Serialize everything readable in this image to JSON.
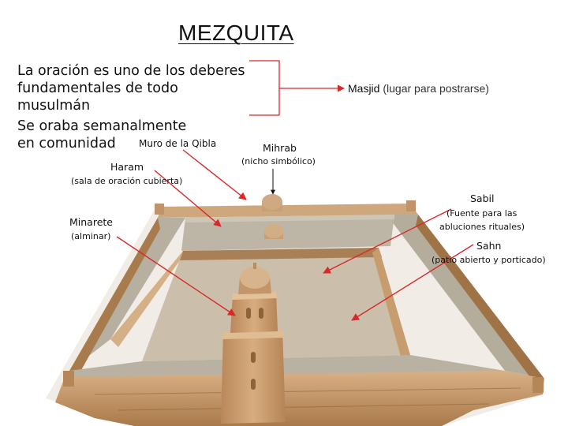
{
  "title": "MEZQUITA",
  "intro": {
    "line1": "La oración es uno de los deberes fundamentales de todo musulmán",
    "line2": "Se oraba semanalmente en comunidad"
  },
  "masjid": {
    "term": "Masjid",
    "gloss": "(lugar para postrarse)"
  },
  "labels": {
    "muro_qibla": "Muro de la Qibla",
    "mihrab": "Mihrab",
    "mihrab_sub": "(nicho simbólico)",
    "haram": "Haram",
    "haram_sub": "(sala de oración cubierta)",
    "sabil": "Sabil",
    "sabil_sub1": "(Fuente para las",
    "sabil_sub2": "abluciones rituales)",
    "minarete": "Minarete",
    "minarete_sub": "(alminar)",
    "sahn": "Sahn",
    "sahn_sub": "(patio abierto y porticado)"
  },
  "colors": {
    "arrow": "#d8282a",
    "bracket": "#d8282a",
    "stone": "#c99c6a",
    "stone_dark": "#a77847",
    "roof": "#b9b3a4",
    "courtyard": "#cabda8"
  }
}
